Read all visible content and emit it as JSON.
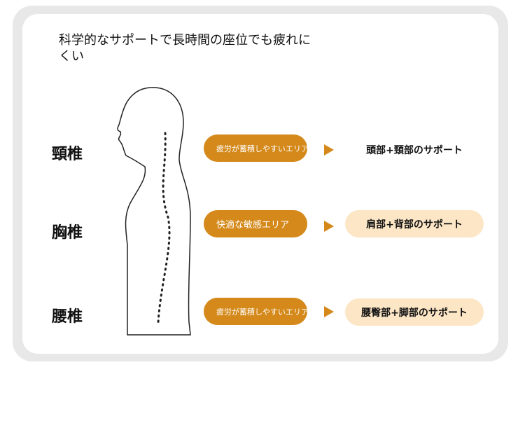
{
  "title": "科学的なサポートで長時間の座位でも疲れにくい",
  "rows": [
    {
      "spine": "頸椎",
      "area": "疲労が蓄積しやすいエリア",
      "support": "頭部+頸部のサポート"
    },
    {
      "spine": "胸椎",
      "area": "快適な敏感エリア",
      "support": "肩部+背部のサポート"
    },
    {
      "spine": "腰椎",
      "area": "疲労が蓄積しやすいエリア",
      "support": "腰臀部+脚部のサポート"
    }
  ],
  "colors": {
    "accent": "#d4891a",
    "light": "#fce6c6"
  }
}
